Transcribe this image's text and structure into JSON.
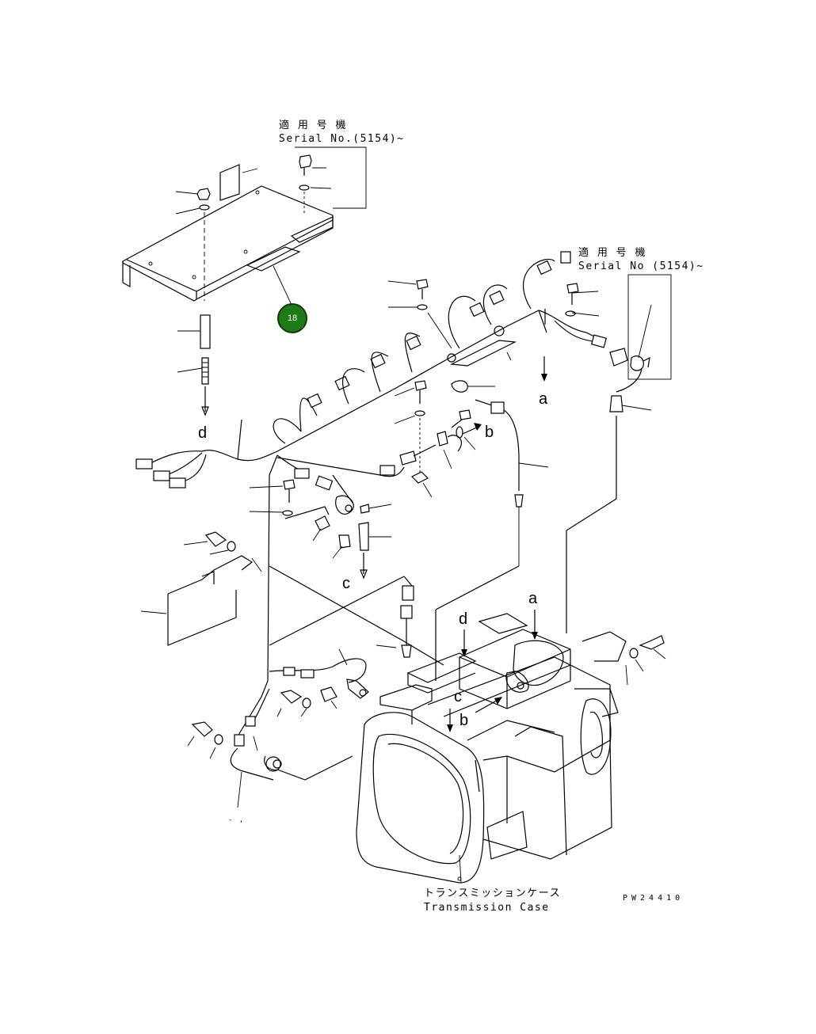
{
  "notes": {
    "note1": {
      "jp": "適 用 号 機",
      "en": "Serial No.(5154)~"
    },
    "note2": {
      "jp": "適 用 号 機",
      "en": "Serial No (5154)~"
    }
  },
  "refs": {
    "a_top": "a",
    "b_top": "b",
    "c_top": "c",
    "d_top": "d",
    "a_bottom": "a",
    "b_bottom": "b",
    "c_bottom": "c",
    "d_bottom": "d"
  },
  "callout": {
    "number": "18",
    "color": "#1e7a14"
  },
  "case_label": {
    "jp": "トランスミッションケース",
    "en": "Transmission Case"
  },
  "drawing_code": "PW24410",
  "stray_mark": "- ,"
}
